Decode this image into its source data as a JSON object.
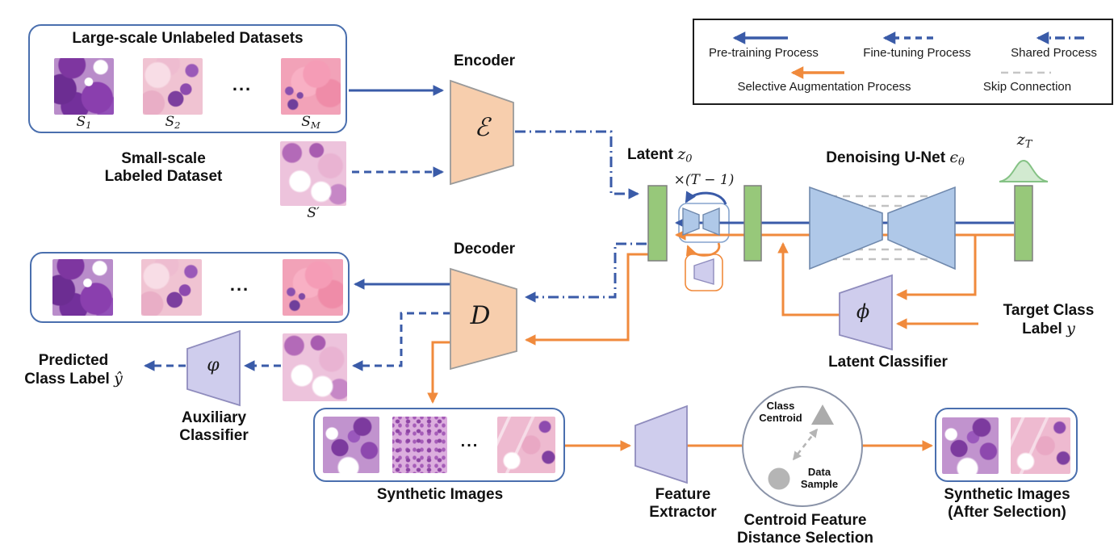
{
  "legend": {
    "pretrain": "Pre-training Process",
    "finetune": "Fine-tuning Process",
    "shared": "Shared Process",
    "selective": "Selective Augmentation Process",
    "skip": "Skip Connection"
  },
  "datasets": {
    "unlabeled": {
      "title": "Large-scale Unlabeled Datasets",
      "img1_base": "S",
      "img1_sub": "1",
      "img2_base": "S",
      "img2_sub": "2",
      "dots": "...",
      "img3_base": "S",
      "img3_sub": "M"
    },
    "labeled": {
      "line1": "Small-scale",
      "line2": "Labeled Dataset",
      "img_base": "S",
      "img_sup": "′"
    }
  },
  "encoder": {
    "title": "Encoder",
    "symbol": "ℰ"
  },
  "decoder": {
    "title": "Decoder",
    "symbol": "D"
  },
  "latent": {
    "label": "Latent",
    "symbol_base": "z",
    "symbol_sub": "0",
    "iteration": "×(T − 1)"
  },
  "unet": {
    "title": "Denoising U-Net",
    "symbol_base": "ϵ",
    "symbol_sub": "θ"
  },
  "zT": {
    "base": "z",
    "sub": "T"
  },
  "latent_classifier": {
    "symbol": "ϕ",
    "label": "Latent Classifier"
  },
  "target": {
    "line1": "Target Class",
    "line2": "Label",
    "symbol": "y"
  },
  "aux_classifier": {
    "symbol": "φ",
    "line1": "Auxiliary",
    "line2": "Classifier"
  },
  "predicted": {
    "line1": "Predicted",
    "line2": "Class Label",
    "symbol": "ŷ"
  },
  "recon": {
    "dots": "..."
  },
  "synthetic": {
    "label": "Synthetic Images",
    "dots": "..."
  },
  "feature_extractor": {
    "line1": "Feature",
    "line2": "Extractor"
  },
  "selection": {
    "line1": "Centroid Feature",
    "line2": "Distance Selection",
    "centroid_line1": "Class",
    "centroid_line2": "Centroid",
    "sample_line1": "Data",
    "sample_line2": "Sample"
  },
  "after_selection": {
    "line1": "Synthetic Images",
    "line2": "(After Selection)"
  },
  "colors": {
    "blue": "#3A5BA8",
    "orange": "#F08A3C",
    "green": "#97C87A",
    "gray": "#BDBDBD"
  }
}
